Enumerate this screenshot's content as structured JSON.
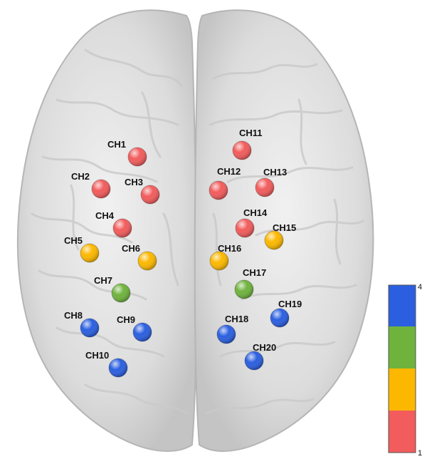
{
  "colors": {
    "level_1": "#f25c5c",
    "level_2": "#fcb800",
    "level_3": "#6fb33d",
    "level_4": "#2b5fe0"
  },
  "channels": [
    {
      "label": "CH1",
      "level": 1
    },
    {
      "label": "CH2",
      "level": 1
    },
    {
      "label": "CH3",
      "level": 1
    },
    {
      "label": "CH4",
      "level": 1
    },
    {
      "label": "CH5",
      "level": 2
    },
    {
      "label": "CH6",
      "level": 2
    },
    {
      "label": "CH7",
      "level": 3
    },
    {
      "label": "CH8",
      "level": 4
    },
    {
      "label": "CH9",
      "level": 4
    },
    {
      "label": "CH10",
      "level": 4
    },
    {
      "label": "CH11",
      "level": 1
    },
    {
      "label": "CH12",
      "level": 1
    },
    {
      "label": "CH13",
      "level": 1
    },
    {
      "label": "CH14",
      "level": 1
    },
    {
      "label": "CH15",
      "level": 2
    },
    {
      "label": "CH16",
      "level": 2
    },
    {
      "label": "CH17",
      "level": 3
    },
    {
      "label": "CH18",
      "level": 4
    },
    {
      "label": "CH19",
      "level": 4
    },
    {
      "label": "CH20",
      "level": 4
    }
  ],
  "colorbar": {
    "max_label": "4",
    "min_label": "1"
  }
}
